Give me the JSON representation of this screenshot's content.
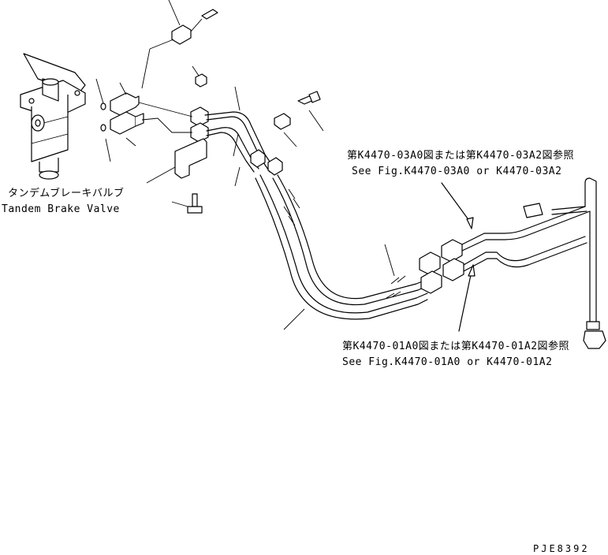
{
  "labels": {
    "valve_jp": "タンデムブレーキバルブ",
    "valve_en": "Tandem Brake Valve",
    "ref_upper_jp": "第K4470-03A0図または第K4470-03A2図参照",
    "ref_upper_en": "See Fig.K4470-03A0 or K4470-03A2",
    "ref_lower_jp": "第K4470-01A0図または第K4470-01A2図参照",
    "ref_lower_en": "See Fig.K4470-01A0 or K4470-01A2",
    "drawing_code": "PJE8392"
  }
}
